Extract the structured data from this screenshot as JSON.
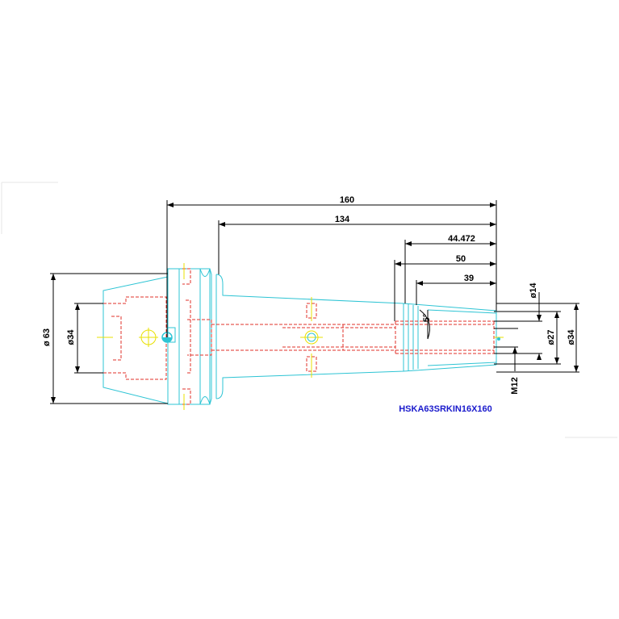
{
  "dimensions": {
    "overall_length": "160",
    "shank_length": "134",
    "taper_length_1": "44.472",
    "taper_length_2": "50",
    "bore_depth": "39",
    "flange_diameter": "ø 63",
    "hsk_diameter": "ø34",
    "bore_diameter": "ø14",
    "nose_diameter_1": "ø27",
    "nose_diameter_2": "ø34",
    "thread": "M12",
    "taper_angle": "5°"
  },
  "part_number": "HSKA63SRKIN16X160",
  "colors": {
    "outline": "#2ec4d4",
    "hidden": "#e0302a",
    "centerline": "#e8e000",
    "dimension": "#000000",
    "part_number": "#1a1acc"
  }
}
